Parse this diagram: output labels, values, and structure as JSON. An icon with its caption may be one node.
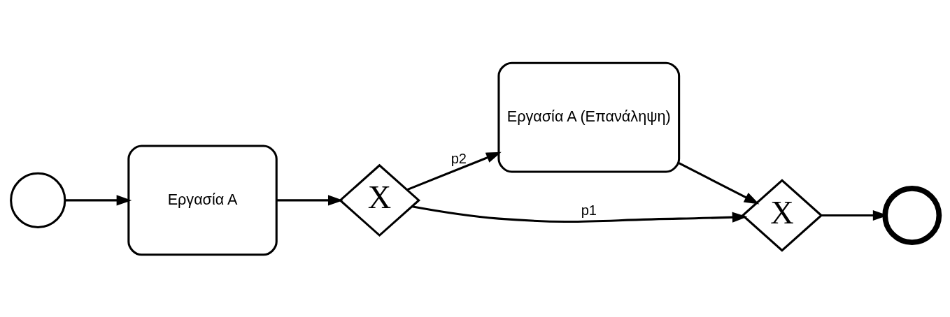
{
  "diagram": {
    "nodes": [
      {
        "text": [],
        "shape": "circle"
      },
      {
        "text": [
          "Εργασία Α"
        ]
      },
      {
        "text": [
          "X"
        ]
      },
      {
        "text": [
          "Εργασία Α (Επανάληψη)"
        ]
      },
      {
        "text": [
          "X"
        ]
      },
      {
        "text": [],
        "shape": "circle"
      }
    ],
    "edges": [
      {
        "from": 0,
        "to": 1,
        "arrow": "to"
      },
      {
        "from": 1,
        "to": 2,
        "arrow": "to"
      },
      {
        "from": 2,
        "to": 3,
        "arrow": "to",
        "label": "p2"
      },
      {
        "from": 2,
        "to": 4,
        "arrow": "to",
        "label": "p1"
      },
      {
        "from": 3,
        "to": 4,
        "arrow": "to"
      },
      {
        "from": 4,
        "to": 5,
        "arrow": "to"
      }
    ]
  }
}
